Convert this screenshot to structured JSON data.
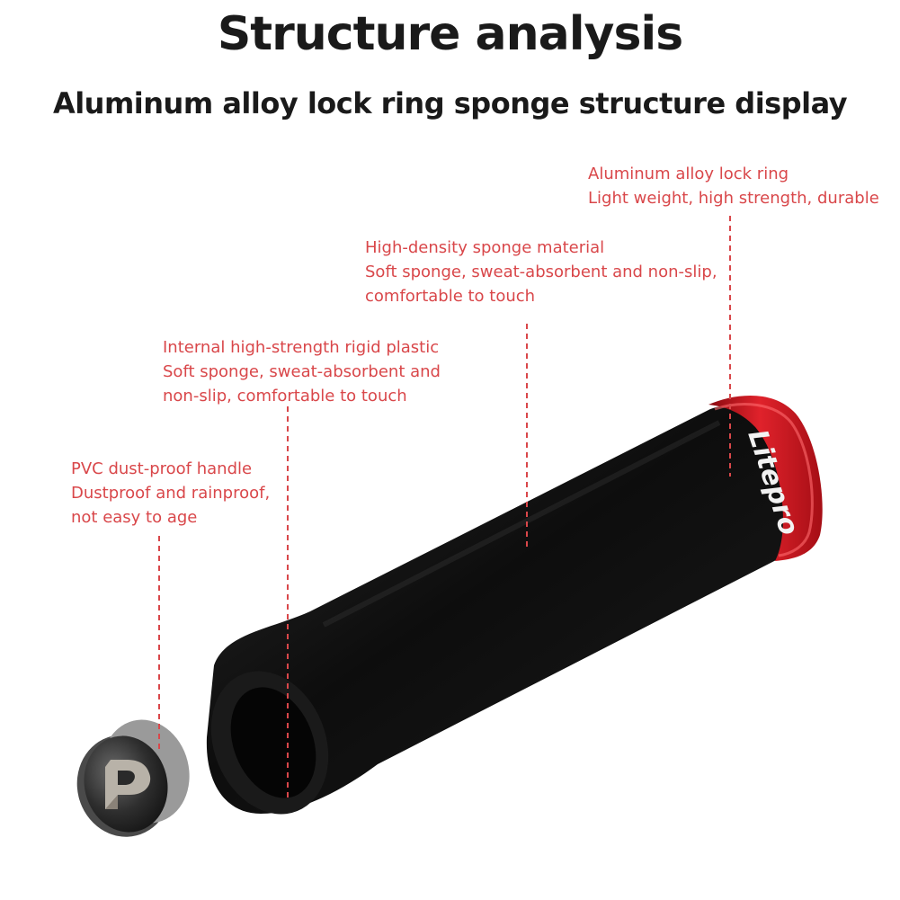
{
  "header": {
    "title": "Structure analysis",
    "subtitle": "Aluminum alloy lock ring sponge structure display"
  },
  "callouts": {
    "lock_ring": {
      "line1": "Aluminum alloy lock ring",
      "line2": "Light weight, high strength, durable"
    },
    "sponge": {
      "line1": "High-density sponge material",
      "line2": "Soft sponge, sweat-absorbent and non-slip,",
      "line3": "comfortable to touch"
    },
    "plastic": {
      "line1": "Internal high-strength rigid plastic",
      "line2": "Soft sponge, sweat-absorbent and",
      "line3": "non-slip, comfortable to touch"
    },
    "pvc": {
      "line1": "PVC dust-proof handle",
      "line2": "Dustproof and rainproof,",
      "line3": "not easy to age"
    }
  },
  "product": {
    "brand_logo": "Litepro"
  },
  "colors": {
    "callout_red": "#d9474a",
    "lock_ring_red": "#c8141c",
    "sponge_black": "#111111"
  }
}
